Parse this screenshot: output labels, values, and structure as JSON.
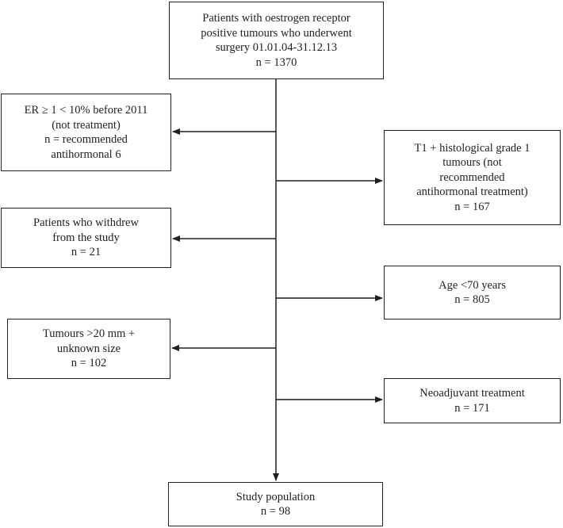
{
  "flowchart": {
    "start": {
      "lines": [
        "Patients with oestrogen receptor",
        "positive tumours who underwent",
        "surgery 01.01.04-31.12.13",
        "n = 1370"
      ]
    },
    "exclusions": [
      {
        "lines": [
          "ER ≥ 1 < 10% before 2011",
          "(not treatment)",
          "n = recommended",
          "antihormonal 6"
        ]
      },
      {
        "lines": [
          "T1 + histological grade 1",
          "tumours (not",
          "recommended",
          "antihormonal treatment)",
          "n = 167"
        ]
      },
      {
        "lines": [
          "Patients who withdrew",
          "from the study",
          "n = 21"
        ]
      },
      {
        "lines": [
          "Age <70 years",
          "n = 805"
        ]
      },
      {
        "lines": [
          "Tumours >20 mm +",
          "unknown size",
          "n = 102"
        ]
      },
      {
        "lines": [
          "Neoadjuvant treatment",
          "n = 171"
        ]
      }
    ],
    "end": {
      "lines": [
        "Study population",
        "n = 98"
      ]
    },
    "colors": {
      "line": "#231f20",
      "box_fill": "#ffffff",
      "text": "#231f20"
    }
  }
}
